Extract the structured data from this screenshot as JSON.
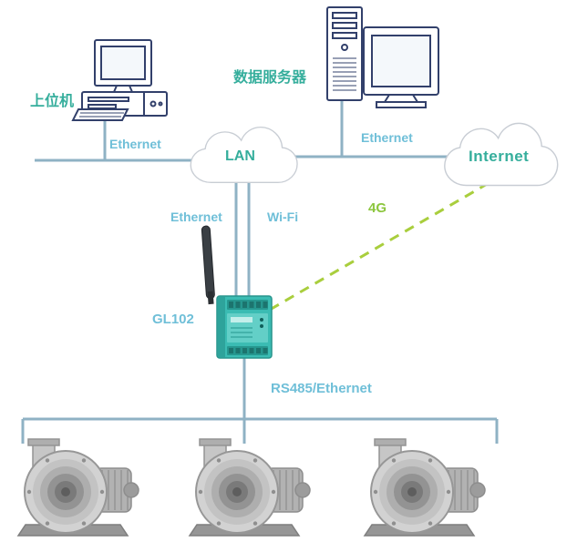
{
  "diagram": {
    "nodes": {
      "host_computer_label": "上位机",
      "data_server_label": "数据服务器",
      "lan_label": "LAN",
      "internet_label": "Internet",
      "gateway_model_label": "GL102"
    },
    "links": {
      "ethernet_host": "Ethernet",
      "ethernet_server": "Ethernet",
      "ethernet_gateway": "Ethernet",
      "wifi": "Wi-Fi",
      "cellular": "4G",
      "fieldbus": "RS485/Ethernet"
    },
    "colors": {
      "teal_label": "#35ae9c",
      "blue_label": "#6fbfd8",
      "green_label": "#8cc63e",
      "line": "#8fb2c4",
      "dashed_line": "#a9ce3d",
      "device_teal": "#3bbcb3"
    }
  }
}
